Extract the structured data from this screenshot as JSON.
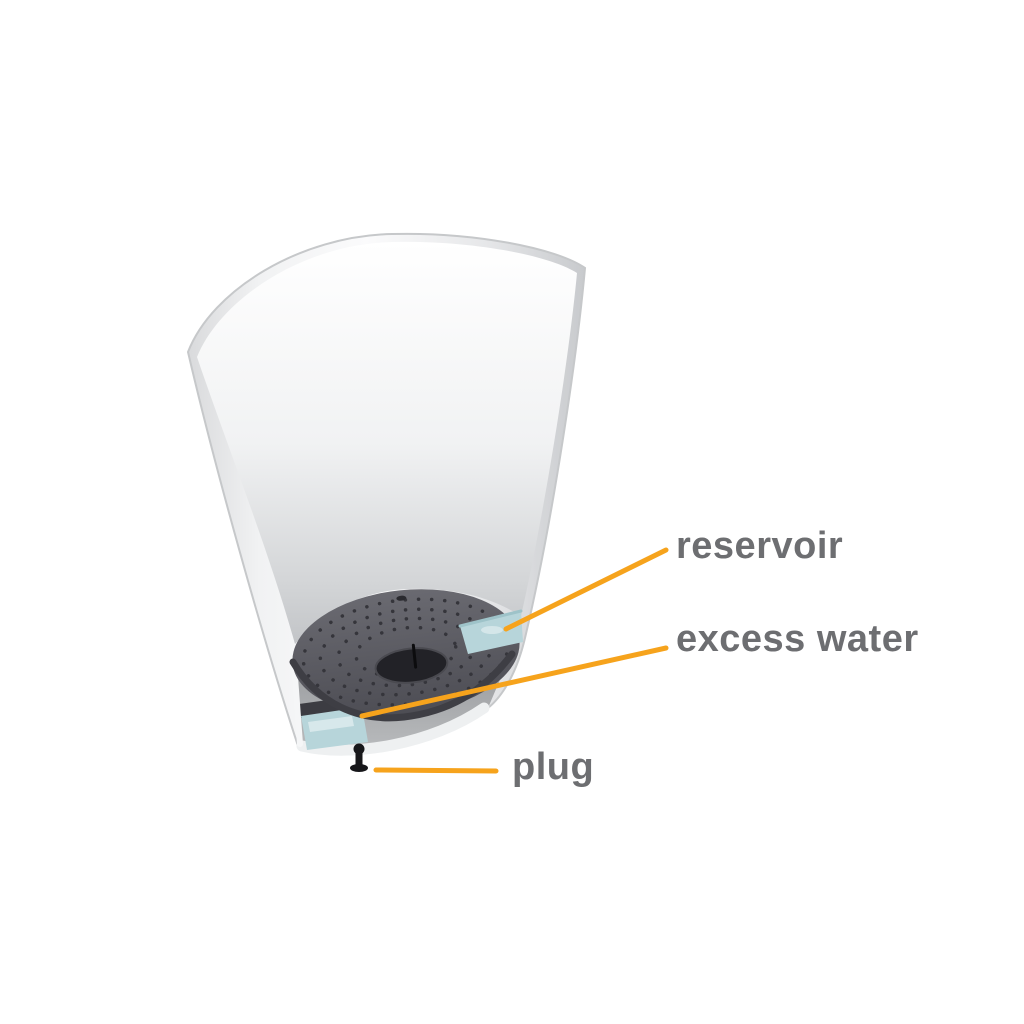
{
  "diagram": {
    "labels": [
      {
        "id": "reservoir",
        "text": "reservoir"
      },
      {
        "id": "excess_water",
        "text": "excess water"
      },
      {
        "id": "plug",
        "text": "plug"
      }
    ],
    "colors": {
      "accent_orange": "#F6A31C",
      "label_gray": "#6D6E71",
      "water_blue": "#B7D5DA",
      "plate_gray": "#55555B",
      "pot_white": "#F4F5F6"
    }
  }
}
